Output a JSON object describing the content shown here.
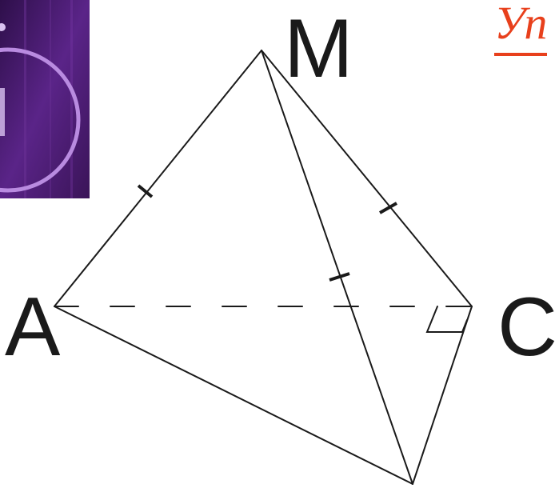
{
  "heading": {
    "text": "Уп",
    "color": "#e8401c"
  },
  "thumbnail": {
    "icon": "purple-ring-logo-icon",
    "colors": {
      "background": "#4a1f6e",
      "ring": "#b98be0"
    }
  },
  "diagram": {
    "vertices": {
      "M": "M",
      "A": "A",
      "C": "C"
    },
    "line_color": "#1a1a1a"
  }
}
